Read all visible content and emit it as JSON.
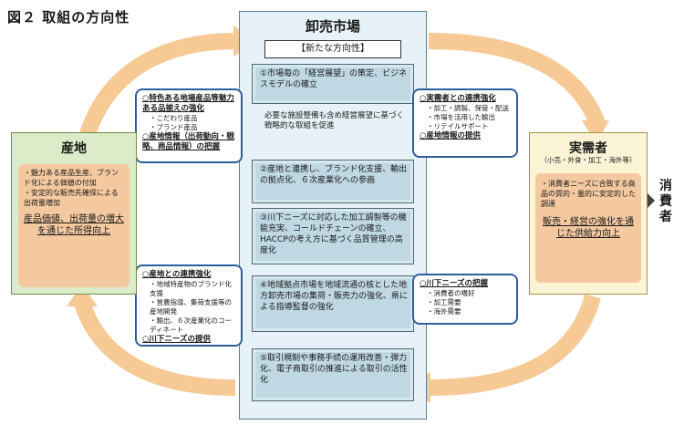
{
  "figure_title": "図２ 取組の方向性",
  "market": {
    "title": "卸売市場",
    "new_direction": "【新たな方向性】",
    "box1": "①市場毎の「経営展望」の策定、ビジネスモデルの確立",
    "note": "必要な施設整備も含め経営展望に基づく戦略的な取組を促進",
    "box2": "②産地と連携し、ブランド化支援、輸出の拠点化、６次産業化への参画",
    "box3": "③川下ニーズに対応した加工調製等の機能充実、コールドチェーンの確立、HACCPの考え方に基づく品質管理の高度化",
    "box4": "④地域拠点市場を地域流通の核とした地方卸売市場の集荷・販売力の強化、県による指導監督の強化",
    "box5": "⑤取引規制や事務手続の運用改善・弾力化、電子商取引の推進による取引の活性化"
  },
  "callouts": {
    "top_left": {
      "h1": "○特色ある地場産品等魅力ある品揃えの強化",
      "items1": [
        "・こだわり産品",
        "・ブランド産品"
      ],
      "h2": "○産地情報（出荷動向・戦略、商品情報）の把握"
    },
    "top_right": {
      "h1": "○実需者との連携強化",
      "items1": [
        "・加工・調製、保管・配送",
        "・市場を活用した輸出",
        "・リテイルサポート"
      ],
      "h2": "○産地情報の提供"
    },
    "bottom_left": {
      "h1": "○産地との連携強化",
      "items1": [
        "・地域特産物のブランド化支援",
        "・営農指導、集荷支援等の産地開発",
        "・輸出、６次産業化のコーディネート"
      ],
      "h2": "○川下ニーズの提供"
    },
    "bottom_right": {
      "h1": "○川下ニーズの把握",
      "items1": [
        "・消費者の嗜好",
        "・加工需要",
        "・海外需要"
      ]
    }
  },
  "producer": {
    "title": "産地",
    "items": [
      "・魅力ある産品生産、ブランド化による価値の付加",
      "・安定的な販売先確保による出荷量増加"
    ],
    "goal": "産品価値、出荷量の増大を通じた所得向上"
  },
  "demander": {
    "title": "実需者",
    "subtitle": "（小売・外食・加工・海外等）",
    "items": [
      "・消費者ニーズに合致する商品の質的・量的に安定的した調達"
    ],
    "goal": "販売・経営の強化を通じた供給力向上"
  },
  "consumer": "消費者",
  "colors": {
    "arrow": "#f6c995",
    "callout_border": "#2d5f9e",
    "producer_bg": "#dcebc8",
    "demander_bg": "#fbf3d6",
    "market_bg": "#e6f2f7"
  }
}
